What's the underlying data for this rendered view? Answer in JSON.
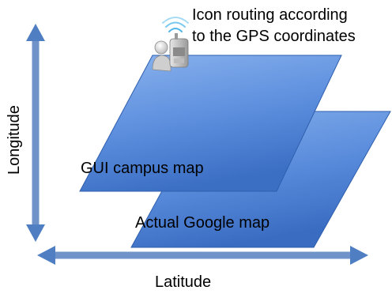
{
  "caption": {
    "line1": "Icon routing according",
    "line2": "to the GPS coordinates"
  },
  "layers": {
    "gui_map_label": "GUI campus map",
    "google_map_label": "Actual Google map"
  },
  "axes": {
    "x_label": "Latitude",
    "y_label": "Longitude"
  },
  "icons": {
    "user": "person-with-phone-icon",
    "signal": "wireless-signal-icon"
  },
  "colors": {
    "plane_light": "#8cb4ee",
    "plane_dark": "#3b74c9",
    "arrow": "#4f7fc2"
  }
}
